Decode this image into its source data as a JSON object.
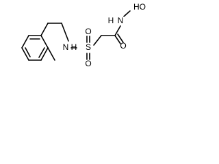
{
  "molecule": {
    "atoms": {
      "n_hydroxy_oh": "HO",
      "n_hydroxy_n": "N",
      "n_hydroxy_h": "H",
      "carbonyl_o": "O",
      "sulfonyl_s": "S",
      "sulfonyl_o_top": "O",
      "sulfonyl_o_bottom": "O",
      "sulfonamide_n": "N",
      "sulfonamide_h": "H"
    }
  }
}
